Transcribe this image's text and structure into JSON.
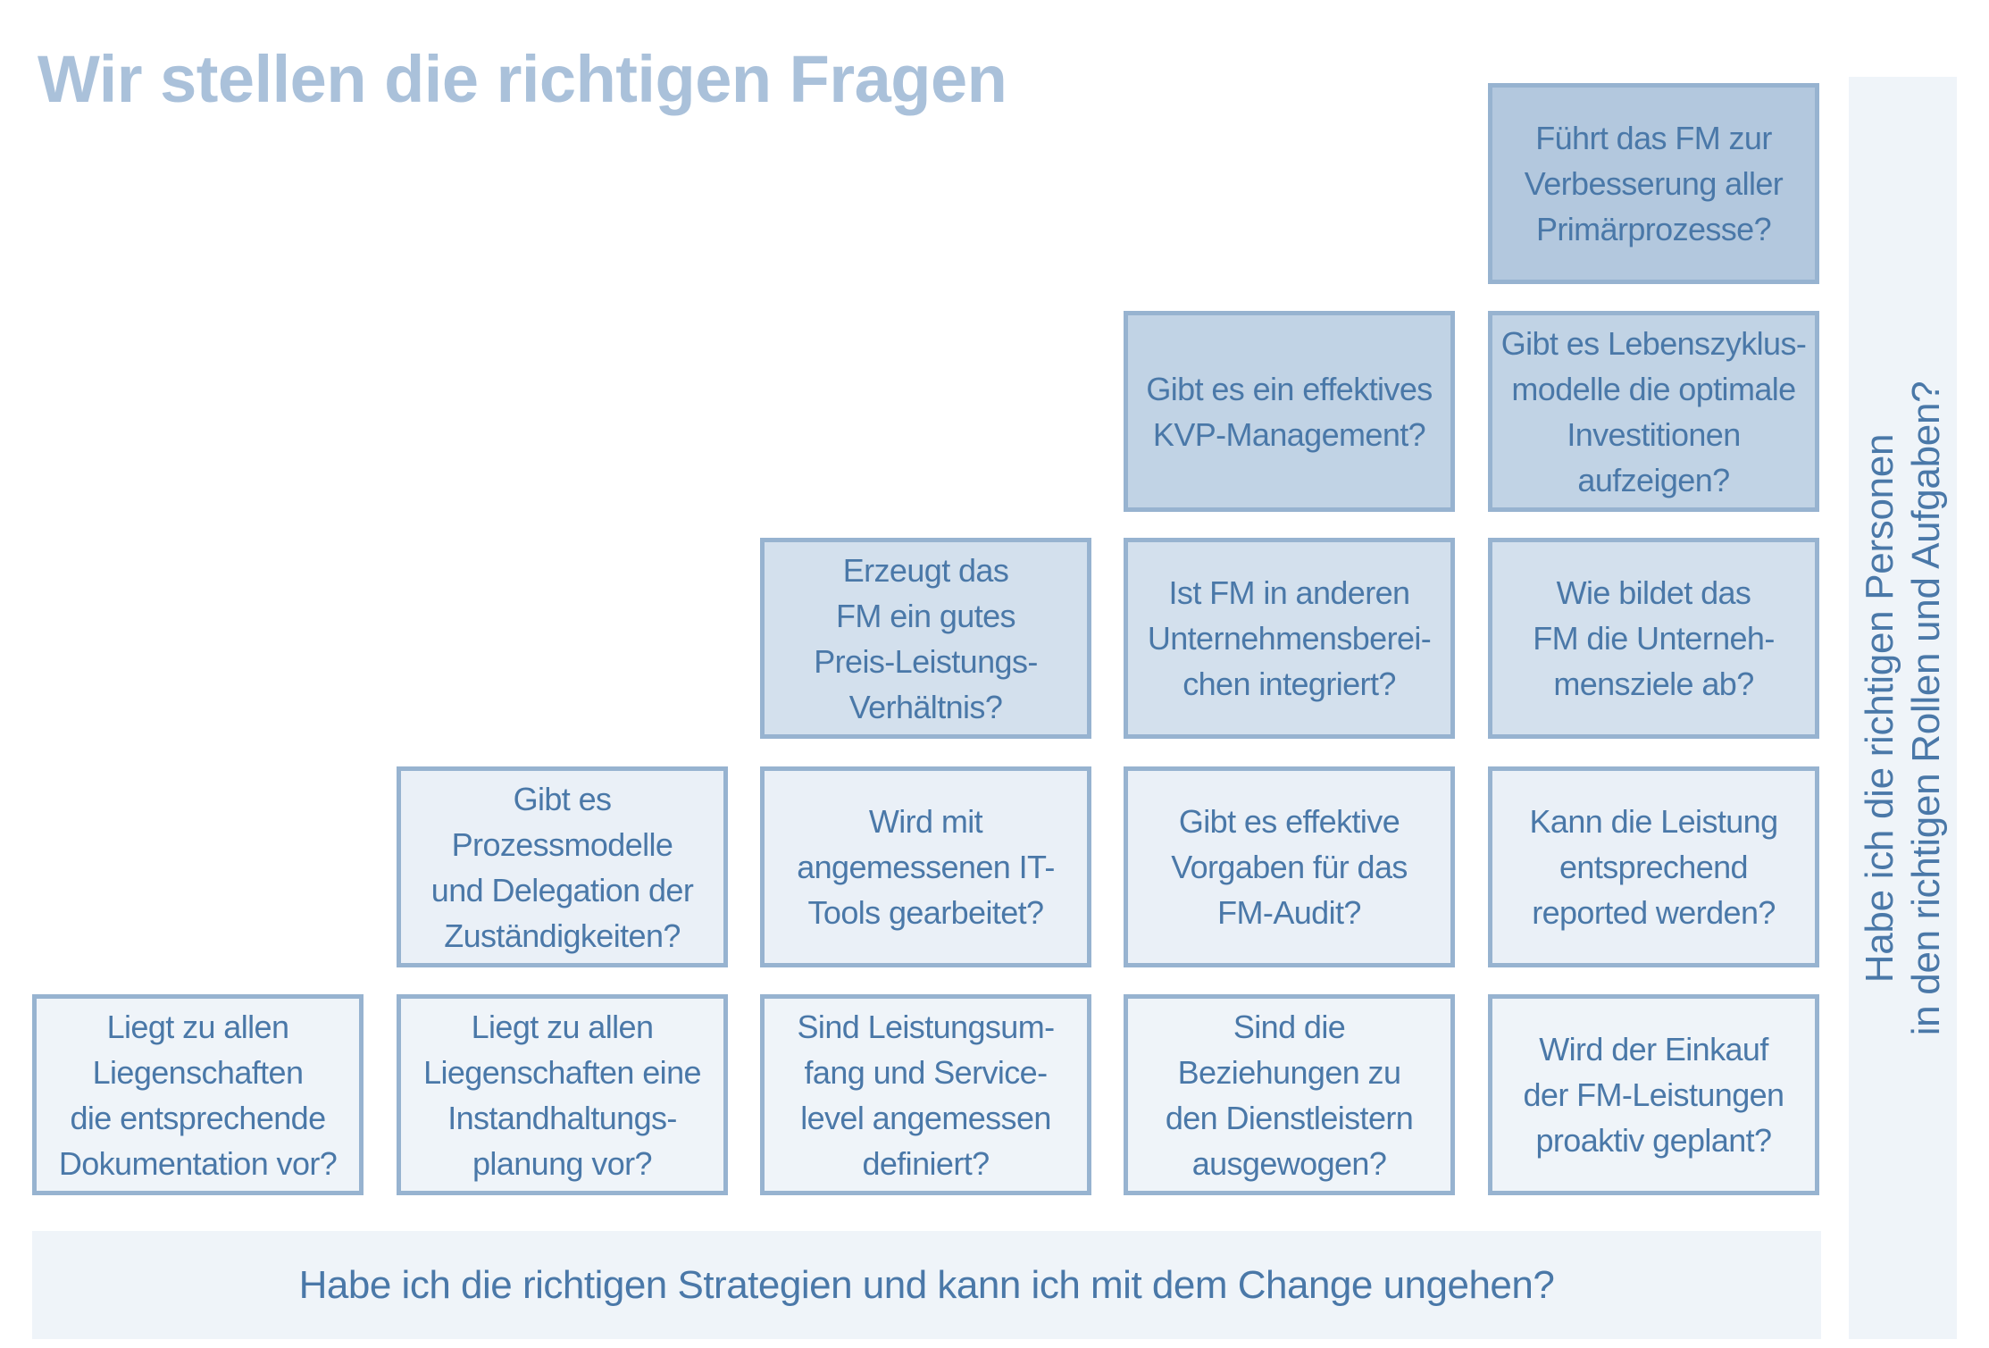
{
  "title": "Wir stellen die richtigen Fragen",
  "rows": [
    [
      "Liegt zu allen\nLiegenschaften\ndie entsprechende\nDokumentation vor?",
      "Liegt zu allen\nLiegenschaften eine\nInstandhaltungs-\nplanung vor?",
      "Sind Leistungsum-\nfang und Service-\nlevel angemessen\ndefiniert?",
      "Sind die\nBeziehungen zu\nden Dienstleistern\nausgewogen?",
      "Wird der Einkauf\nder FM-Leistungen\nproaktiv geplant?"
    ],
    [
      "Gibt es\nProzessmodelle\nund Delegation der\nZuständigkeiten?",
      "Wird mit\nangemessenen IT-\nTools gearbeitet?",
      "Gibt es effektive\nVorgaben für das\nFM-Audit?",
      "Kann die Leistung\nentsprechend\nreported werden?"
    ],
    [
      "Erzeugt das\nFM ein gutes\nPreis-Leistungs-\nVerhältnis?",
      "Ist FM in anderen\nUnternehmensberei-\nchen integriert?",
      "Wie bildet das\nFM die Unterneh-\nmensziele ab?"
    ],
    [
      "Gibt es ein effektives\nKVP-Management?",
      "Gibt es Lebenszyklus-\nmodelle die optimale\nInvestitionen\naufzeigen?"
    ],
    [
      "Führt das FM zur\nVerbesserung aller\nPrimärprozesse?"
    ]
  ],
  "bottom_bar": "Habe ich die richtigen Strategien und kann ich mit dem Change ungehen?",
  "side_bar": "Habe ich die richtigen Personen\nin den richtigen Rollen und Aufgaben?",
  "colors": {
    "text": "#4a78a8",
    "title": "#aac1da",
    "border": "#97b3d0"
  }
}
